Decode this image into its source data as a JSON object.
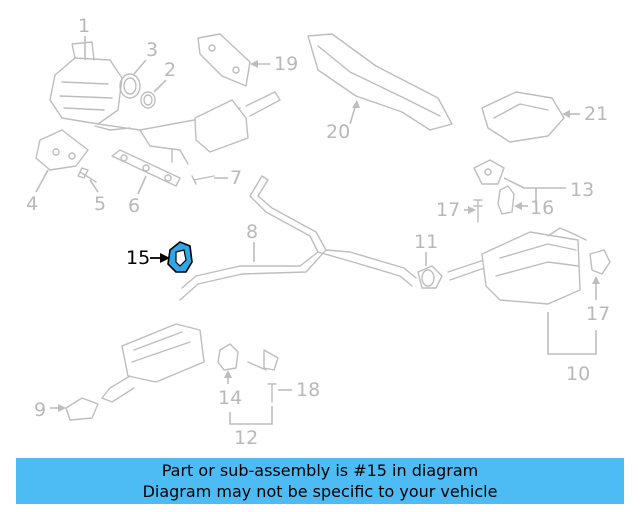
{
  "diagram": {
    "callouts": [
      "1",
      "2",
      "3",
      "4",
      "5",
      "6",
      "7",
      "8",
      "9",
      "10",
      "11",
      "12",
      "13",
      "14",
      "15",
      "16",
      "17",
      "17",
      "18",
      "19",
      "20",
      "21"
    ],
    "highlight_color": "#2fa7e6"
  },
  "banner": {
    "line1": "Part or sub-assembly is #15 in diagram",
    "line2": "Diagram may not be specific to your vehicle",
    "background": "#4dbcf5"
  }
}
